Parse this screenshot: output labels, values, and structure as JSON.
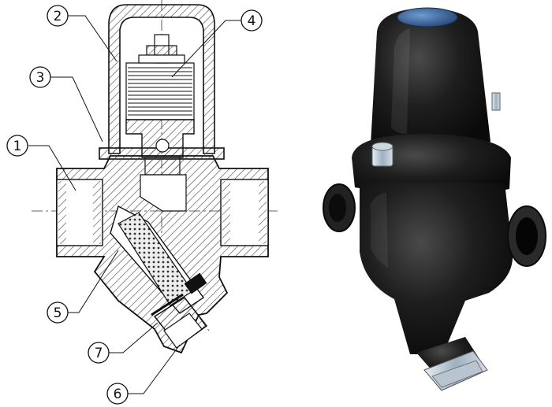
{
  "figure": {
    "left_panel": "cross-section-drawing",
    "right_panel": "product-photo"
  },
  "callouts": [
    {
      "id": "1",
      "label": "1"
    },
    {
      "id": "2",
      "label": "2"
    },
    {
      "id": "3",
      "label": "3"
    },
    {
      "id": "4",
      "label": "4"
    },
    {
      "id": "5",
      "label": "5"
    },
    {
      "id": "6",
      "label": "6"
    },
    {
      "id": "7",
      "label": "7"
    }
  ],
  "colors": {
    "line": "#111111",
    "hatch": "#444444",
    "body_black": "#1c1c1c",
    "cap_blue": "#3f6fa8",
    "bolt_steel": "#9fb0c0"
  },
  "icons": [
    "bellows-icon",
    "strainer-screen-icon",
    "hex-bolt-icon"
  ]
}
